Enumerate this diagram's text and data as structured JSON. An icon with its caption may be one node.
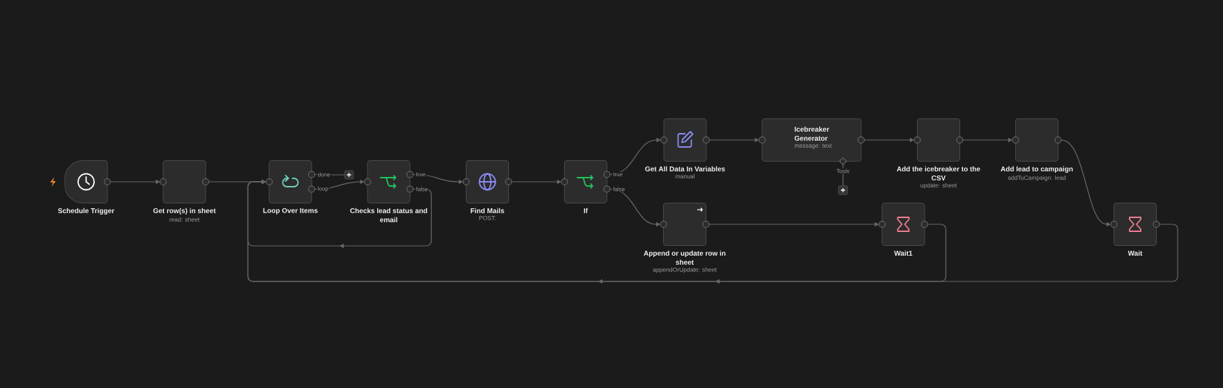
{
  "diagram": {
    "nodes": [
      {
        "text": [
          "Schedule Trigger"
        ]
      },
      {
        "text": [
          "Get row(s) in sheet",
          "read: sheet"
        ]
      },
      {
        "text": [
          "Loop Over Items"
        ]
      },
      {
        "text": [],
        "shape": "box"
      },
      {
        "text": [
          "Checks lead status and email"
        ]
      },
      {
        "text": [
          "Find Mails",
          "POST:"
        ]
      },
      {
        "text": [
          "If"
        ]
      },
      {
        "text": [
          "Get All Data In Variables",
          "manual"
        ]
      },
      {
        "text": [
          "Icebreaker Generator",
          "message: text"
        ]
      },
      {
        "text": [],
        "shape": "box"
      },
      {
        "text": [
          "Add the icebreaker to the CSV",
          "update: sheet"
        ]
      },
      {
        "text": [
          "Add lead to campaign",
          "addToCampaign: lead"
        ]
      },
      {
        "text": [
          "Append or update row in sheet",
          "appendOrUpdate: sheet"
        ]
      },
      {
        "text": [
          "Wait1"
        ]
      },
      {
        "text": [
          "Wait"
        ]
      }
    ],
    "edges": [
      {
        "from": 0,
        "to": 1,
        "arrow": "to"
      },
      {
        "from": 1,
        "to": 2,
        "arrow": "to"
      },
      {
        "from": 2,
        "to": 3,
        "arrow": "none",
        "label": "done"
      },
      {
        "from": 2,
        "to": 4,
        "arrow": "to",
        "label": "loop"
      },
      {
        "from": 4,
        "to": 5,
        "arrow": "to",
        "label": "true"
      },
      {
        "from": 4,
        "to": 2,
        "arrow": "to",
        "label": "false"
      },
      {
        "from": 5,
        "to": 6,
        "arrow": "to"
      },
      {
        "from": 6,
        "to": 7,
        "arrow": "to",
        "label": "true"
      },
      {
        "from": 6,
        "to": 12,
        "arrow": "to",
        "label": "false"
      },
      {
        "from": 7,
        "to": 8,
        "arrow": "to"
      },
      {
        "from": 8,
        "to": 9,
        "arrow": "none",
        "label": "Tools"
      },
      {
        "from": 8,
        "to": 10,
        "arrow": "to"
      },
      {
        "from": 10,
        "to": 11,
        "arrow": "to"
      },
      {
        "from": 11,
        "to": 14,
        "arrow": "to"
      },
      {
        "from": 12,
        "to": 13,
        "arrow": "to"
      },
      {
        "from": 13,
        "to": 2,
        "arrow": "to"
      },
      {
        "from": 14,
        "to": 2,
        "arrow": "to"
      }
    ]
  }
}
